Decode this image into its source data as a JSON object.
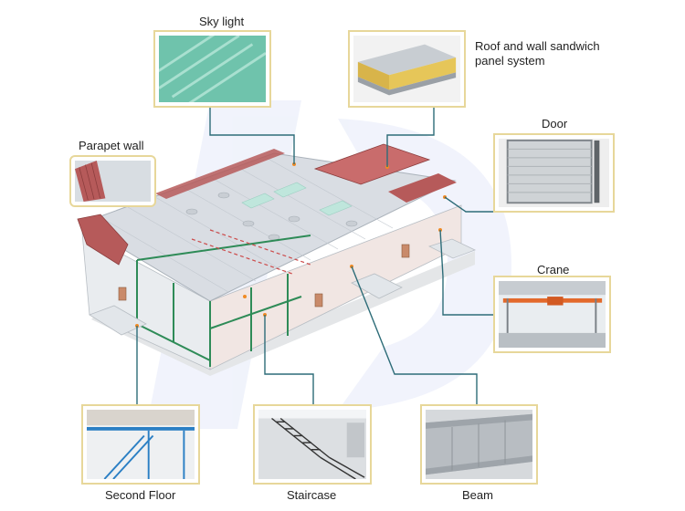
{
  "labels": {
    "sky_light": "Sky light",
    "sandwich_panel": "Roof and wall sandwich\npanel  system",
    "door": "Door",
    "parapet_wall": "Parapet wall",
    "crane": "Crane",
    "second_floor": "Second Floor",
    "staircase": "Staircase",
    "beam": "Beam"
  },
  "colors": {
    "callout_border": "#e7d79a",
    "connector": "#2d6c78",
    "roof": "#d9dde3",
    "steel_frame": "#2e8b57",
    "parapet": "#b65a5a",
    "watermark": "#dbe3f7"
  }
}
